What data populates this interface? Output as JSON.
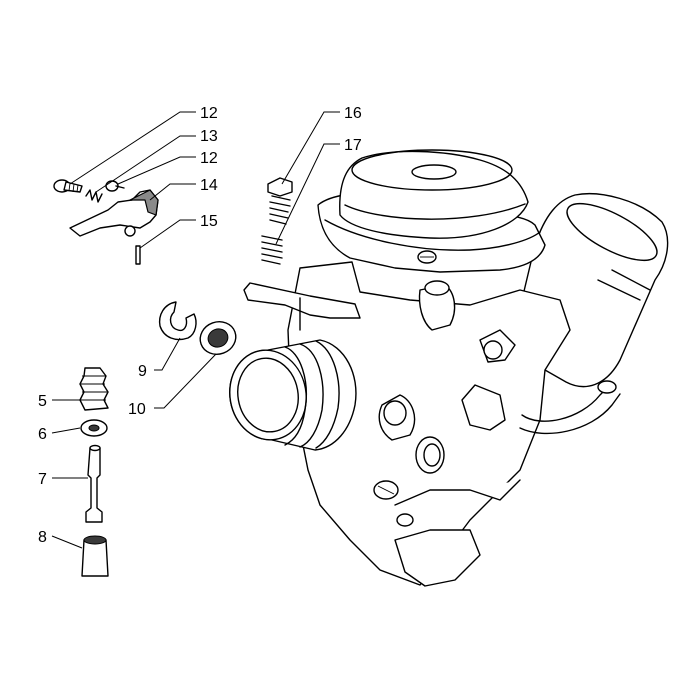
{
  "part_labels": {
    "p5": "5",
    "p6": "6",
    "p7": "7",
    "p8": "8",
    "p9": "9",
    "p10": "10",
    "p12a": "12",
    "p13": "13",
    "p12b": "12",
    "p14": "14",
    "p15": "15",
    "p16": "16",
    "p17": "17"
  }
}
